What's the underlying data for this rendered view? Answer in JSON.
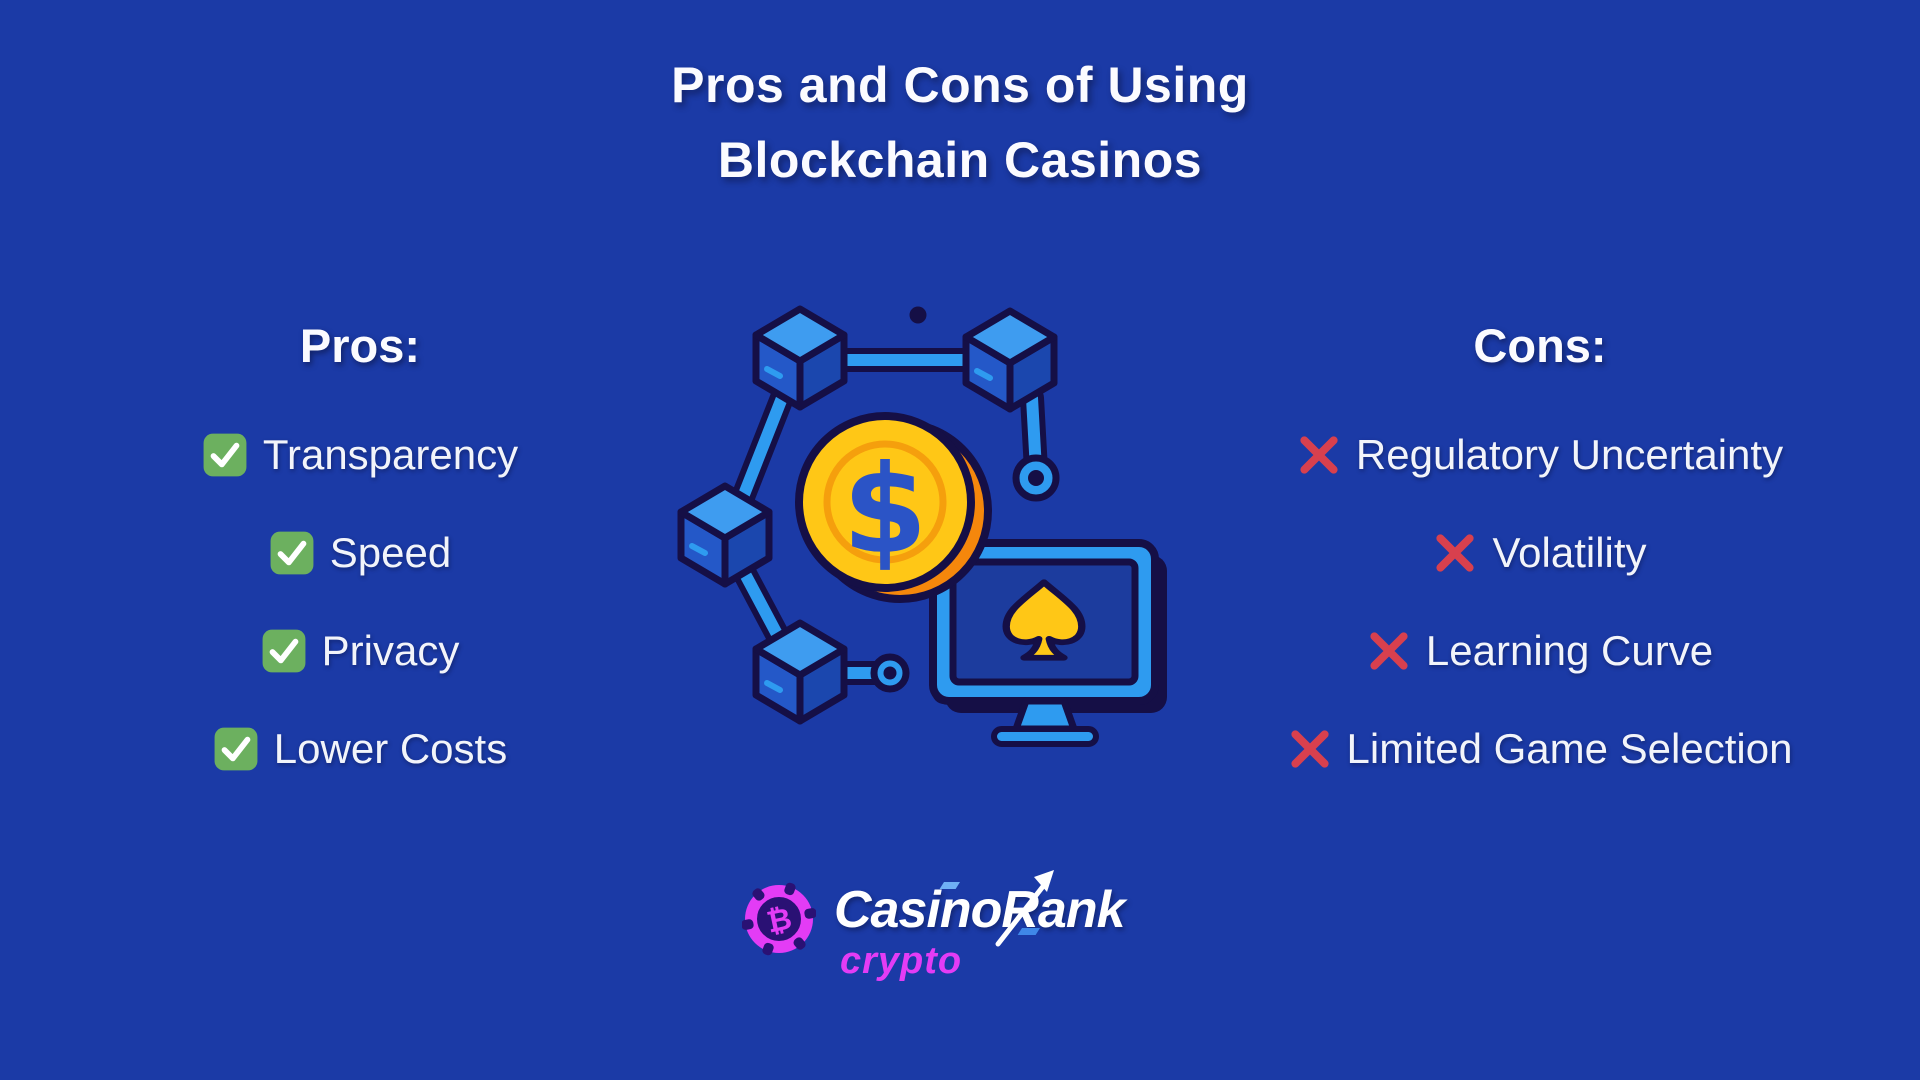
{
  "page": {
    "title_line1": "Pros and Cons of Using",
    "title_line2": "Blockchain Casinos"
  },
  "pros": {
    "heading": "Pros:",
    "icon": "check-mark-button-icon",
    "items": [
      "Transparency",
      "Speed",
      "Privacy",
      "Lower Costs"
    ]
  },
  "cons": {
    "heading": "Cons:",
    "icon": "cross-mark-icon",
    "items": [
      "Regulatory Uncertainty",
      "Volatility",
      "Learning Curve",
      "Limited Game Selection"
    ]
  },
  "illustration": {
    "name": "blockchain-casino-illustration",
    "elements": [
      "blockchain-cubes",
      "network-links",
      "node-rings",
      "dollar-coin",
      "casino-monitor-with-spade"
    ]
  },
  "logo": {
    "brand": "CasinoRank",
    "product": "crypto",
    "icon": "bitcoin-poker-chip-icon",
    "chip_symbol": "₿"
  },
  "colors": {
    "background": "#1B3AA6",
    "navy_outline": "#150F46",
    "link_blue": "#2E9BF0",
    "cube_top": "#3E9CF0",
    "cube_left": "#2458C8",
    "cube_right": "#1B47AE",
    "coin_gold": "#FFC716",
    "coin_orange": "#F5870C",
    "dollar_blue": "#2B54C6",
    "check_green": "#6CB05F",
    "cross_red": "#D8404E",
    "brand_magenta": "#E33CF5"
  }
}
